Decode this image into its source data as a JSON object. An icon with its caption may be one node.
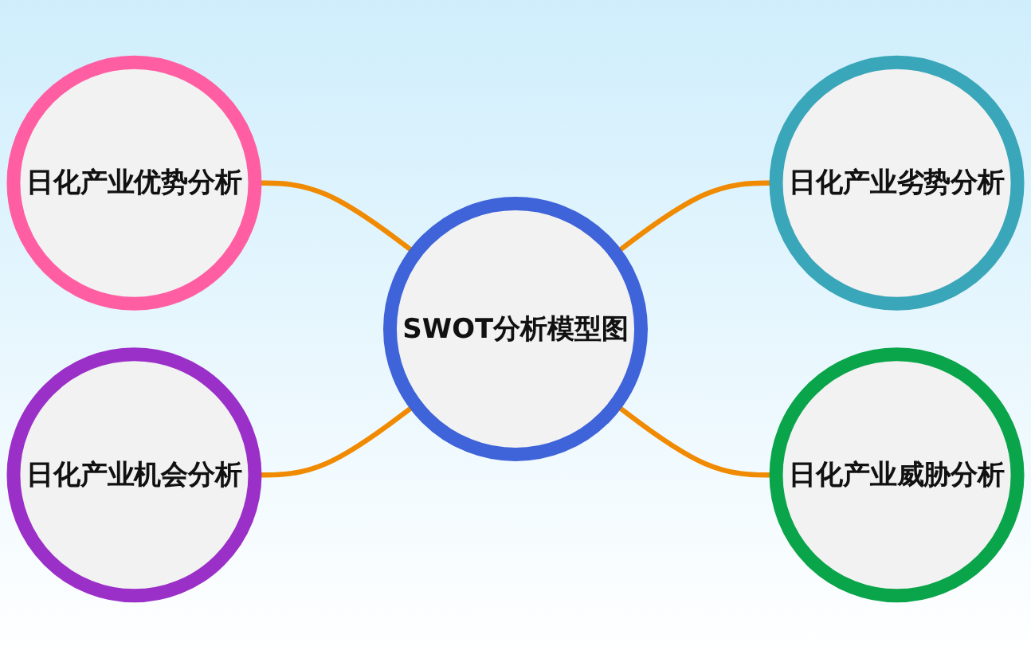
{
  "diagram": {
    "nodes": [
      {
        "text": [
          "日化产业优势分析"
        ]
      },
      {
        "text": [
          "日化产业劣势分析"
        ]
      },
      {
        "text": [
          "SWOT分析模型图"
        ]
      },
      {
        "text": [
          "日化产业机会分析"
        ]
      },
      {
        "text": [
          "日化产业威胁分析"
        ]
      }
    ],
    "edges": [
      {
        "from": 0,
        "to": 2,
        "arrow": "none"
      },
      {
        "from": 2,
        "to": 1,
        "arrow": "none"
      },
      {
        "from": 3,
        "to": 2,
        "arrow": "none"
      },
      {
        "from": 2,
        "to": 4,
        "arrow": "none"
      }
    ]
  }
}
